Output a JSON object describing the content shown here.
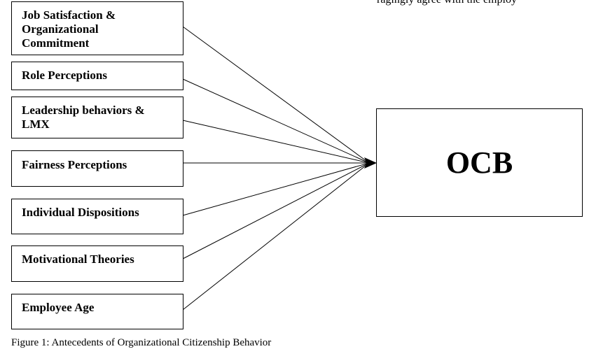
{
  "header_fragment": "ragingly agree with the employ",
  "antecedents": [
    "Job Satisfaction &\nOrganizational\nCommitment",
    "Role Perceptions",
    "Leadership behaviors &\nLMX",
    "Fairness Perceptions",
    "Individual Dispositions",
    "Motivational Theories",
    "Employee Age"
  ],
  "outcome": "OCB",
  "caption": "Figure 1: Antecedents of Organizational Citizenship Behavior"
}
